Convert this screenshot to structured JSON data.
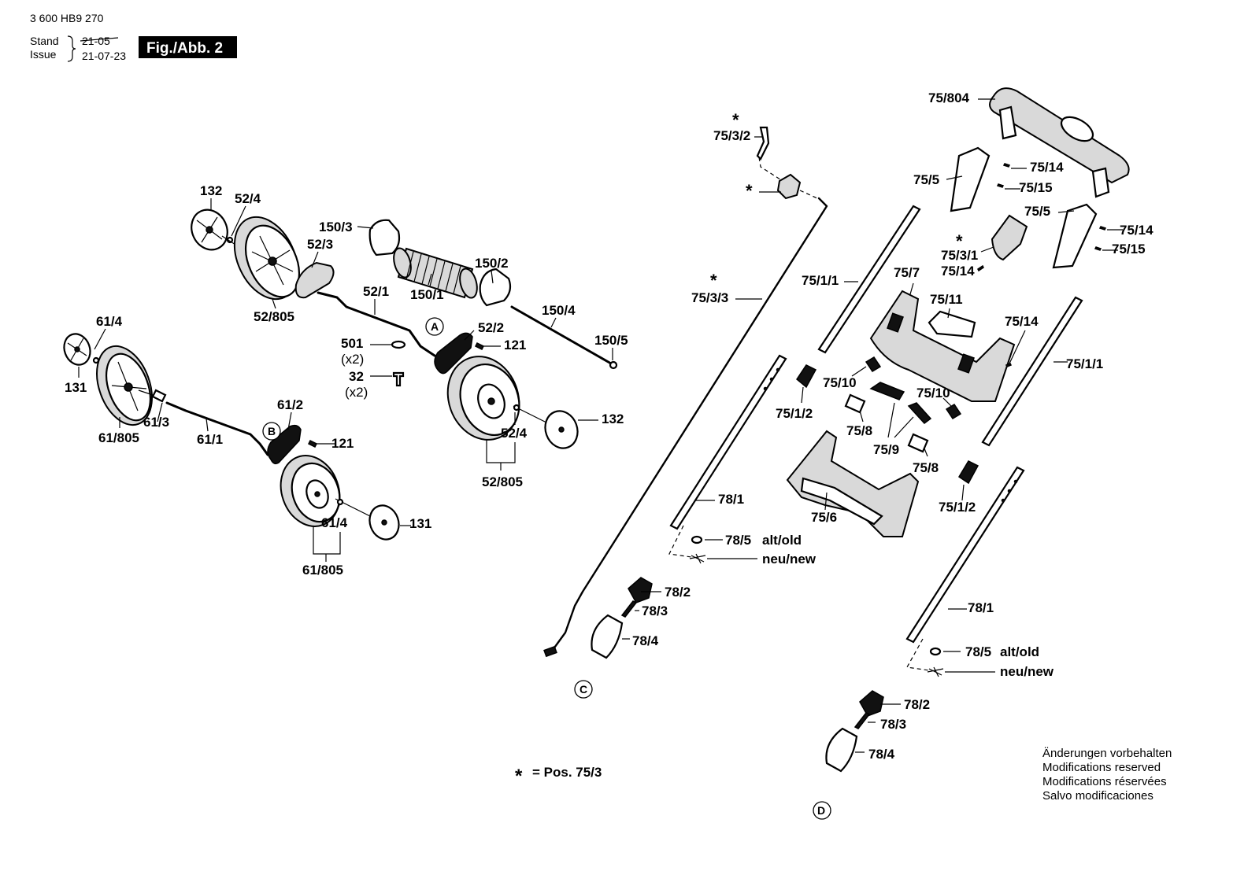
{
  "header": {
    "doc_number": "3 600 HB9 270",
    "stand_label": "Stand",
    "issue_label": "Issue",
    "old_date": "21-05",
    "issue_date": "21-07-23",
    "figure": "Fig./Abb. 2"
  },
  "legend": {
    "star_symbol": "*",
    "star_text": "= Pos.  75/3"
  },
  "disclaimer": [
    "Änderungen vorbehalten",
    "Modifications reserved",
    "Modifications réservées",
    "Salvo modificaciones"
  ],
  "callouts": {
    "A": "A",
    "B": "B",
    "C": "C",
    "D": "D"
  },
  "labels": {
    "p132a": "132",
    "p52_4a": "52/4",
    "p52_3": "52/3",
    "p52_805a": "52/805",
    "p150_3": "150/3",
    "p150_2": "150/2",
    "p150_1": "150/1",
    "p150_4": "150/4",
    "p150_5": "150/5",
    "p52_1": "52/1",
    "p52_2": "52/2",
    "p121a": "121",
    "p501": "501",
    "p501q": "(x2)",
    "p32": "32",
    "p32q": "(x2)",
    "p132b": "132",
    "p52_4b": "52/4",
    "p52_805b": "52/805",
    "p61_4a": "61/4",
    "p131a": "131",
    "p61_805a": "61/805",
    "p61_3": "61/3",
    "p61_1": "61/1",
    "p61_2": "61/2",
    "p121b": "121",
    "p61_4b": "61/4",
    "p131b": "131",
    "p61_805b": "61/805",
    "p75_3_2": "75/3/2",
    "p75_3_3": "75/3/3",
    "p78_1a": "78/1",
    "p78_5a": "78/5",
    "altold_a": "alt/old",
    "neunew_a": "neu/new",
    "p78_2a": "78/2",
    "p78_3a": "78/3",
    "p78_4a": "78/4",
    "p75_804": "75/804",
    "p75_5a": "75/5",
    "p75_14a": "75/14",
    "p75_15a": "75/15",
    "p75_5b": "75/5",
    "p75_14b": "75/14",
    "p75_15b": "75/15",
    "p75_3_1": "75/3/1",
    "p75_14c": "75/14",
    "p75_1_1a": "75/1/1",
    "p75_7": "75/7",
    "p75_11": "75/11",
    "p75_14d": "75/14",
    "p75_1_1b": "75/1/1",
    "p75_10a": "75/10",
    "p75_10b": "75/10",
    "p75_1_2a": "75/1/2",
    "p75_8a": "75/8",
    "p75_9": "75/9",
    "p75_8b": "75/8",
    "p75_1_2b": "75/1/2",
    "p75_6": "75/6",
    "p78_1b": "78/1",
    "p78_5b": "78/5",
    "altold_b": "alt/old",
    "neunew_b": "neu/new",
    "p78_2b": "78/2",
    "p78_3b": "78/3",
    "p78_4b": "78/4"
  }
}
